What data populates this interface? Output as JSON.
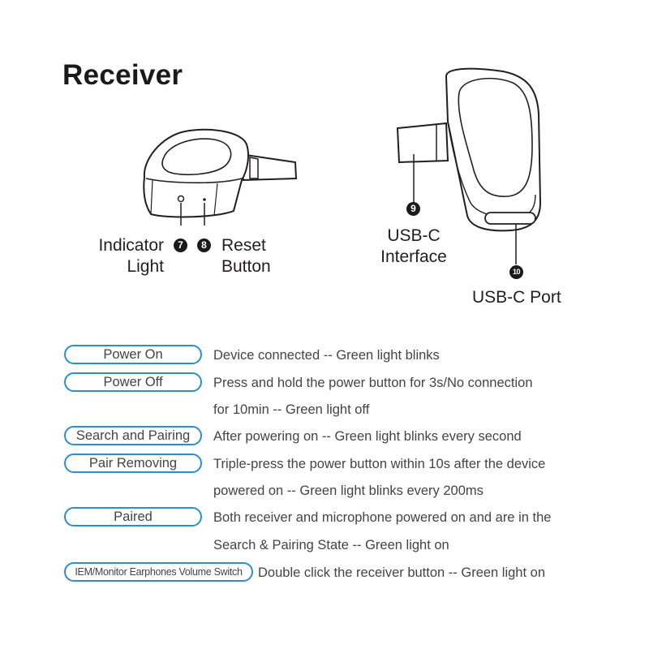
{
  "title": "Receiver",
  "callouts": {
    "indicator_number": "7",
    "indicator_label_line1": "Indicator",
    "indicator_label_line2": "Light",
    "reset_number": "8",
    "reset_label_line1": "Reset",
    "reset_label_line2": "Button",
    "usbc_interface_number": "9",
    "usbc_interface_line1": "USB-C",
    "usbc_interface_line2": "Interface",
    "usbc_port_number": "10",
    "usbc_port_label": "USB-C Port"
  },
  "states": [
    {
      "label": "Power On",
      "desc": [
        "Device connected -- Green light blinks"
      ]
    },
    {
      "label": "Power Off",
      "desc": [
        "Press and hold the power button for 3s/No connection",
        "for 10min -- Green light off"
      ]
    },
    {
      "label": "Search and Pairing",
      "desc": [
        "After powering on -- Green light blinks every second"
      ]
    },
    {
      "label": "Pair Removing",
      "desc": [
        "Triple-press the power button within 10s after the device",
        "powered on -- Green light blinks every 200ms"
      ]
    },
    {
      "label": "Paired",
      "desc": [
        "Both receiver and microphone powered on and are in the",
        "Search & Pairing State -- Green light on"
      ]
    },
    {
      "label": "IEM/Monitor Earphones Volume Switch",
      "desc": [
        "Double click the receiver button -- Green light on"
      ]
    }
  ],
  "colors": {
    "pill_border": "#2a8fd0",
    "text": "#444444"
  }
}
